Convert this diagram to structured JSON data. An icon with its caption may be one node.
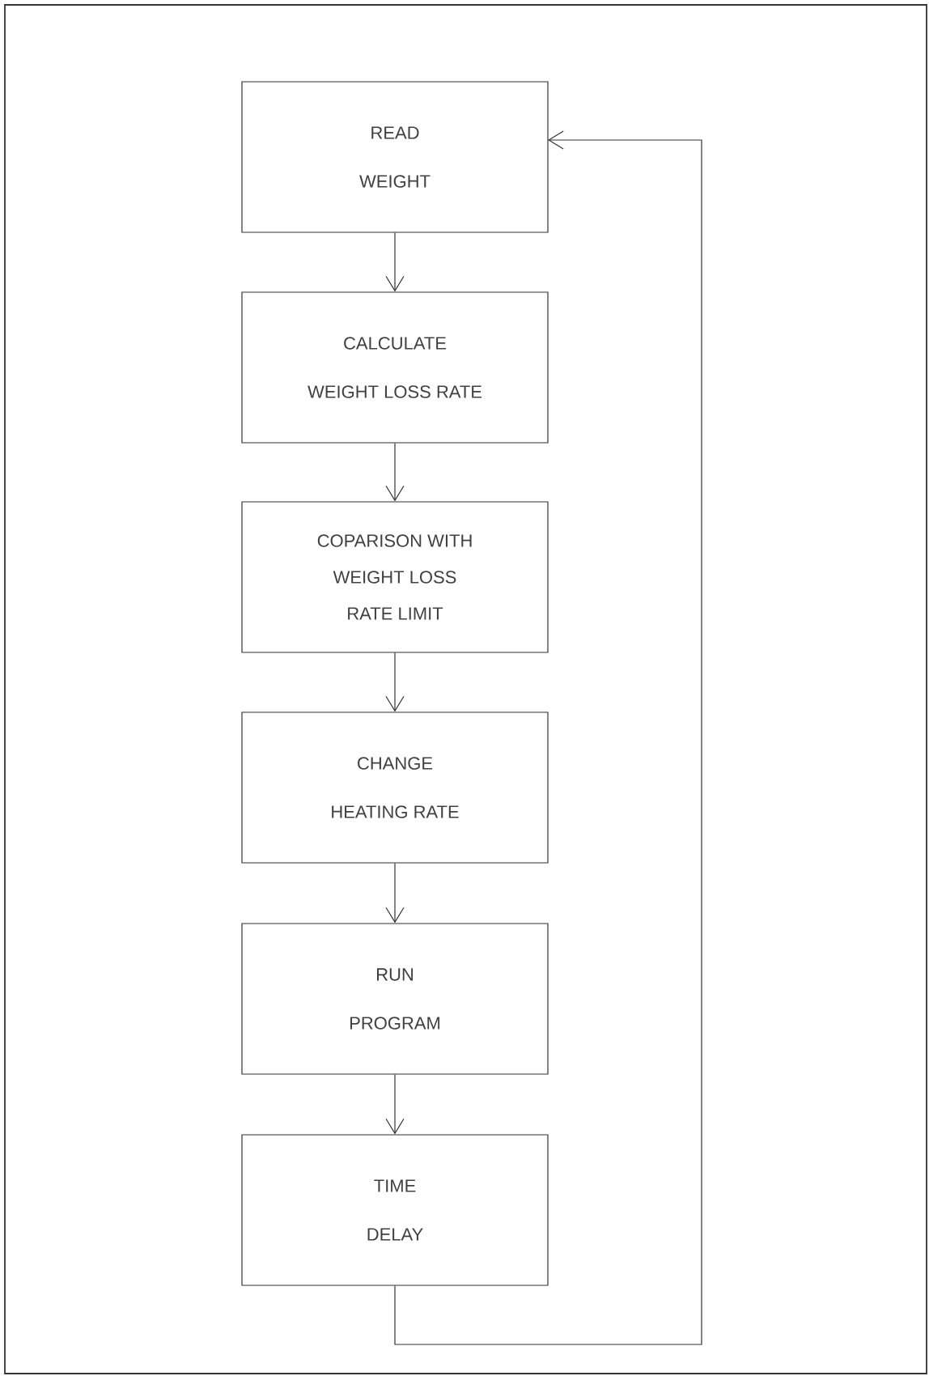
{
  "diagram": {
    "nodes": [
      {
        "text": [
          "READ",
          "WEIGHT"
        ]
      },
      {
        "text": [
          "CALCULATE",
          "WEIGHT LOSS RATE"
        ]
      },
      {
        "text": [
          "COPARISON WITH",
          "WEIGHT LOSS",
          "RATE LIMIT"
        ]
      },
      {
        "text": [
          "CHANGE",
          "HEATING RATE"
        ]
      },
      {
        "text": [
          "RUN",
          "PROGRAM"
        ]
      },
      {
        "text": [
          "TIME",
          "DELAY"
        ]
      }
    ],
    "edges": [
      {
        "from": 0,
        "to": 1,
        "arrow": "to"
      },
      {
        "from": 1,
        "to": 2,
        "arrow": "to"
      },
      {
        "from": 2,
        "to": 3,
        "arrow": "to"
      },
      {
        "from": 3,
        "to": 4,
        "arrow": "to"
      },
      {
        "from": 4,
        "to": 5,
        "arrow": "to"
      },
      {
        "from": 5,
        "to": 0,
        "arrow": "to"
      }
    ]
  }
}
